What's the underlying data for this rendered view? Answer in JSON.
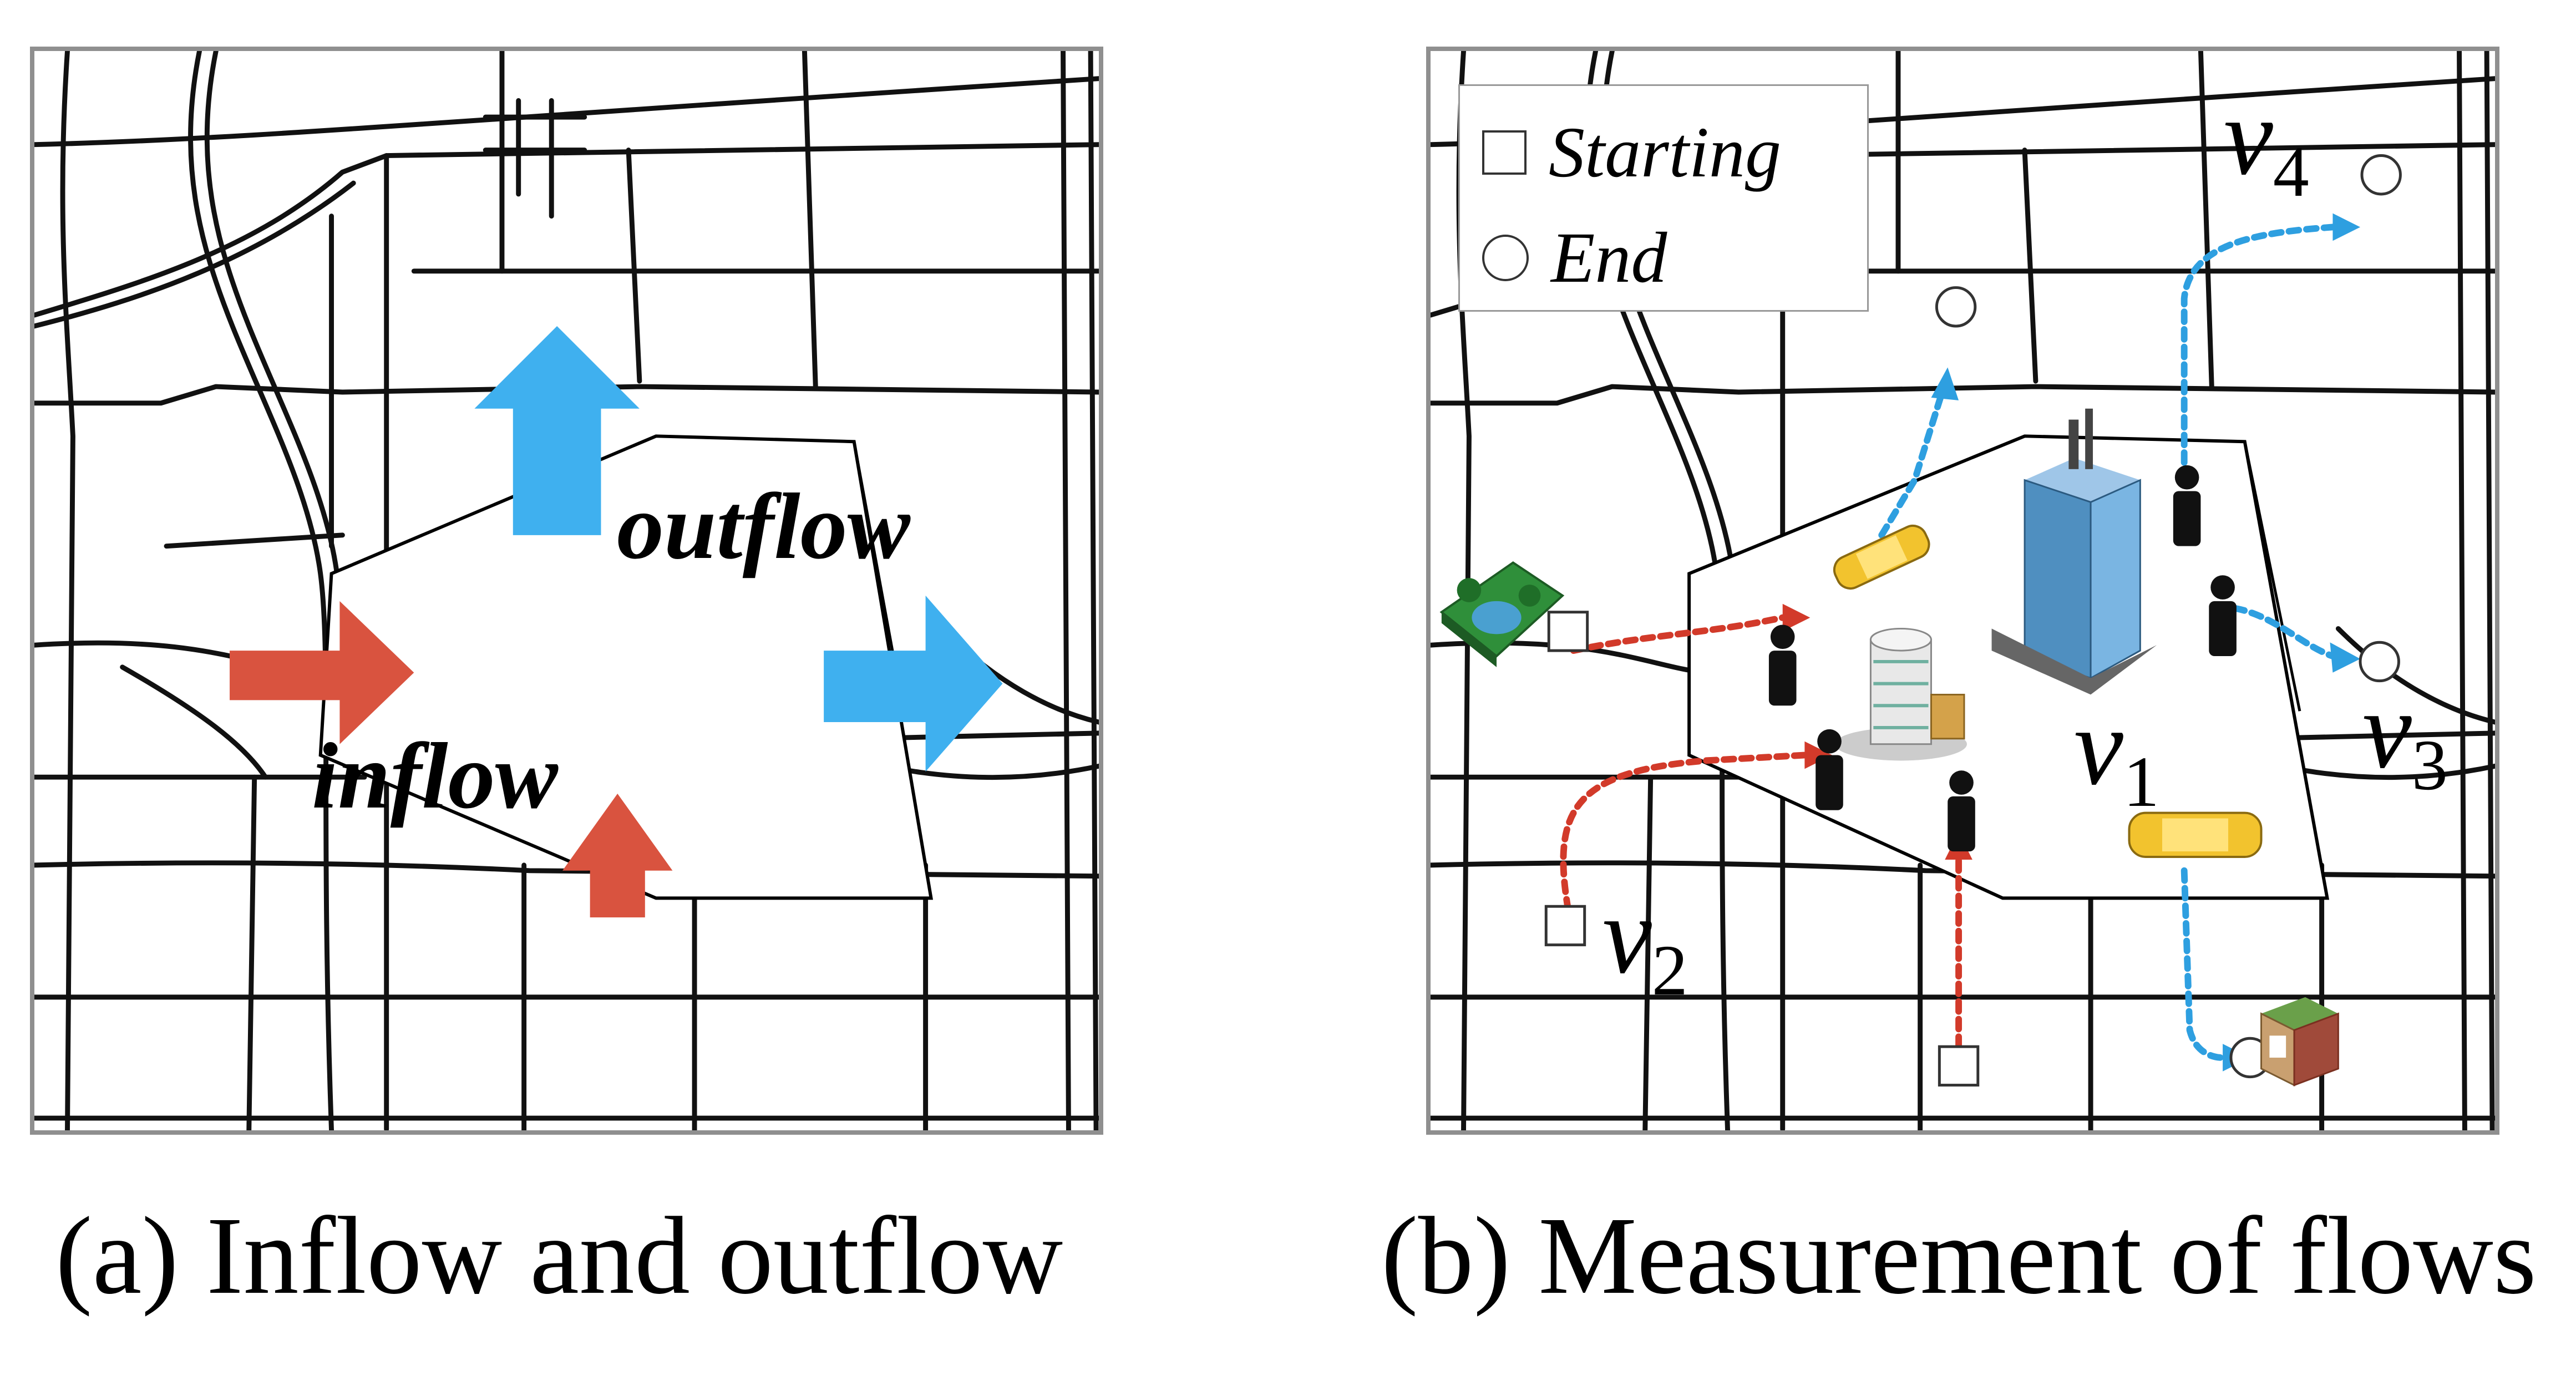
{
  "panel_a": {
    "caption": "(a) Inflow and outflow",
    "label_outflow": "outflow",
    "label_inflow": "inflow",
    "arrow_color_in": "#d9533f",
    "arrow_color_out": "#3fb0ef"
  },
  "panel_b": {
    "caption": "(b) Measurement of flows",
    "legend": {
      "start_label": "Starting",
      "end_label": "End"
    },
    "nodes": {
      "v1": {
        "letter": "v",
        "index": "1"
      },
      "v2": {
        "letter": "v",
        "index": "2"
      },
      "v3": {
        "letter": "v",
        "index": "3"
      },
      "v4": {
        "letter": "v",
        "index": "4"
      }
    },
    "path_color_in": "#d23a2a",
    "path_color_out": "#2e9fe0"
  }
}
